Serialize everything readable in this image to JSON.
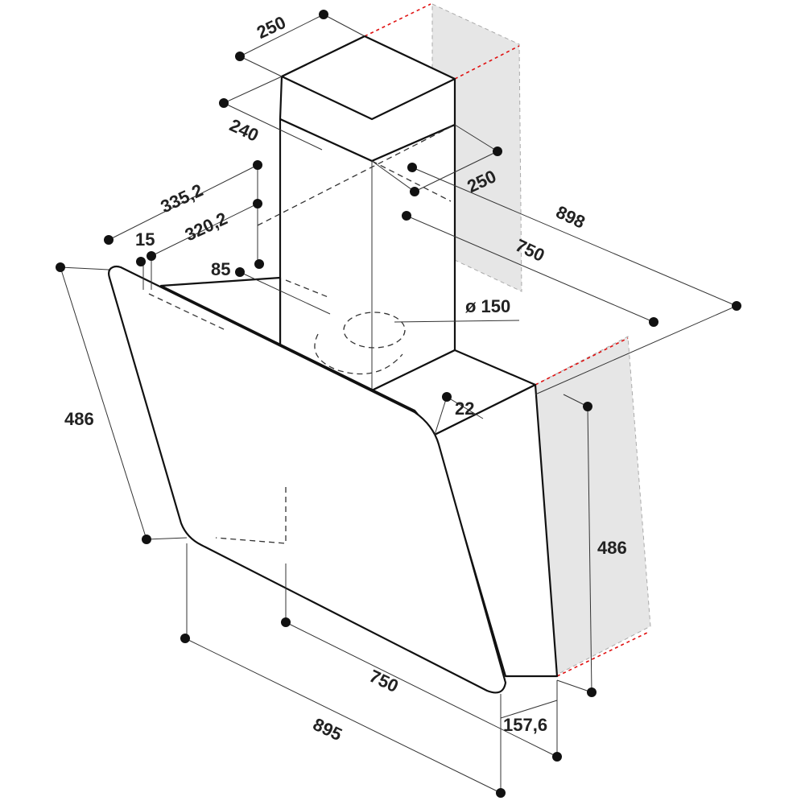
{
  "dimensions": {
    "chimney_top_width": "250",
    "chimney_top_depth": "240",
    "chimney_depth_right": "250",
    "height_335": "335,2",
    "height_320": "320,2",
    "offset_15": "15",
    "offset_85": "85",
    "duct_diameter": "ø 150",
    "wall_depth_898": "898",
    "wall_depth_750": "750",
    "side_thickness": "22",
    "front_height": "486",
    "side_height": "486",
    "width_750": "750",
    "width_895": "895",
    "depth_157": "157,6"
  },
  "colors": {
    "wall": "#e6e6e6",
    "arrow": "#e01010",
    "line": "#111111"
  }
}
